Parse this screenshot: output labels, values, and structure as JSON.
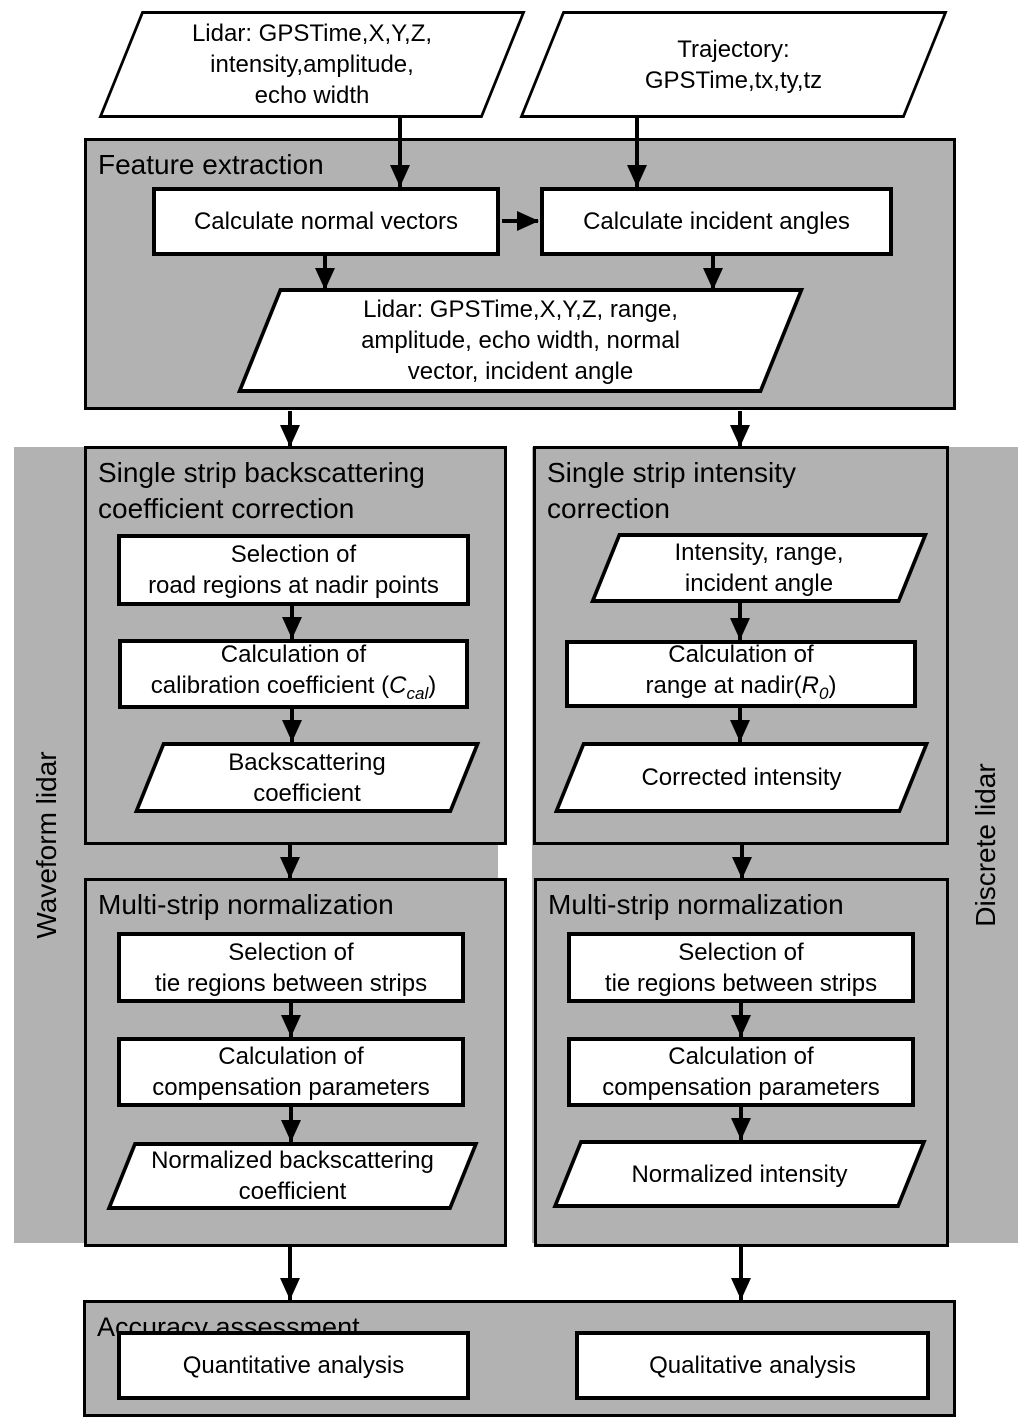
{
  "inputs": {
    "lidar": "Lidar: GPSTime,X,Y,Z,\nintensity,amplitude,\necho width",
    "trajectory": "Trajectory:\nGPSTime,tx,ty,tz"
  },
  "feature_extraction": {
    "title": "Feature extraction",
    "calc_normal_vectors": "Calculate normal vectors",
    "calc_incident_angles": "Calculate incident angles",
    "output": "Lidar: GPSTime,X,Y,Z, range,\namplitude, echo width, normal\nvector, incident angle"
  },
  "waveform_branch": {
    "side_label": "Waveform lidar",
    "single_strip": {
      "title": "Single strip backscattering\ncoefficient correction",
      "selection": "Selection of\nroad regions at nadir points",
      "calibration_pre": "Calculation of\ncalibration coefficient (",
      "calibration_symbol": "C",
      "calibration_sub": "cal",
      "calibration_post": ")",
      "output": "Backscattering\ncoefficient"
    },
    "multi_strip": {
      "title": "Multi-strip normalization",
      "selection": "Selection of\ntie regions between strips",
      "calculation": "Calculation of\ncompensation parameters",
      "output": "Normalized backscattering\ncoefficient"
    }
  },
  "discrete_branch": {
    "side_label": "Discrete lidar",
    "single_strip": {
      "title": "Single strip intensity\ncorrection",
      "input": "Intensity, range,\nincident angle",
      "range_pre": "Calculation of\nrange at nadir(",
      "range_symbol": "R",
      "range_sub": "0",
      "range_post": ")",
      "output": "Corrected intensity"
    },
    "multi_strip": {
      "title": "Multi-strip normalization",
      "selection": "Selection of\ntie regions between strips",
      "calculation": "Calculation of\ncompensation parameters",
      "output": "Normalized intensity"
    }
  },
  "accuracy": {
    "title": "Accuracy assessment",
    "quantitative": "Quantitative analysis",
    "qualitative": "Qualitative analysis"
  },
  "colors": {
    "panel_gray": "#b2b2b2",
    "shape_white": "#ffffff",
    "line_black": "#000000"
  }
}
